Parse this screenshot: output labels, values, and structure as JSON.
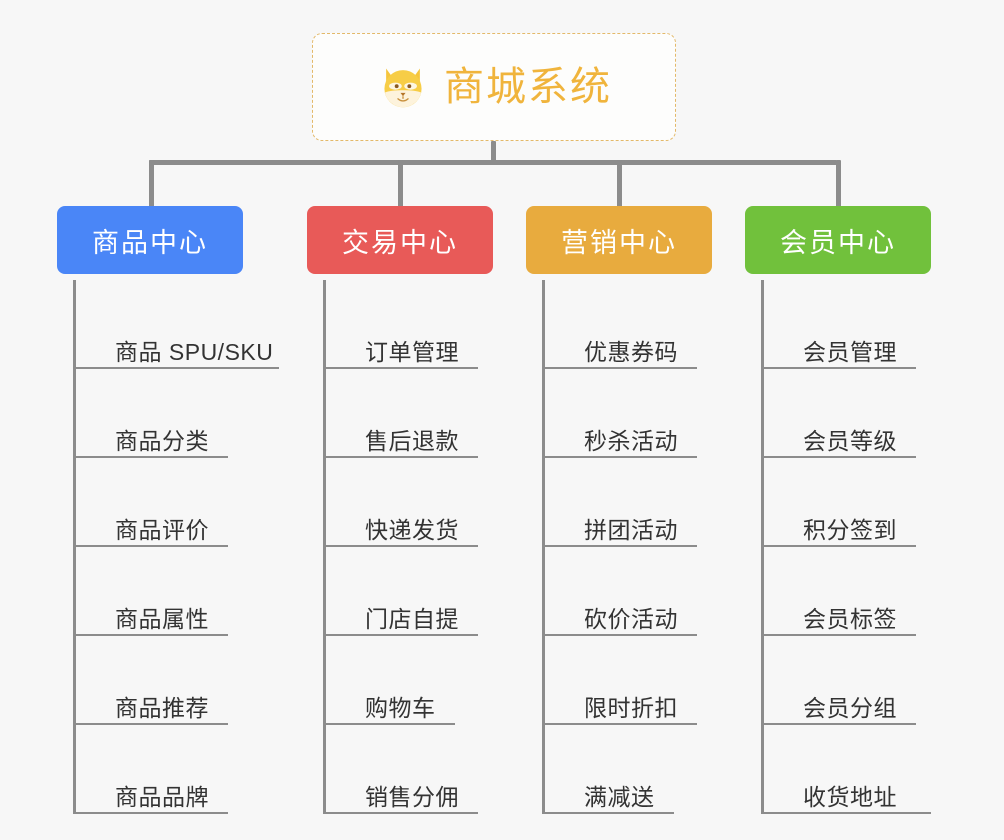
{
  "root": {
    "title": "商城系统",
    "icon": "shiba-dog-icon",
    "border_color": "#e3b96a",
    "title_color": "#f0b43c",
    "background": "#fdfdfc"
  },
  "canvas": {
    "background": "#f7f7f7",
    "connector_color": "#8c8c8c"
  },
  "branches": [
    {
      "label": "商品中心",
      "color": "#4a86f7",
      "items": [
        "商品 SPU/SKU",
        "商品分类",
        "商品评价",
        "商品属性",
        "商品推荐",
        "商品品牌"
      ]
    },
    {
      "label": "交易中心",
      "color": "#e85a58",
      "items": [
        "订单管理",
        "售后退款",
        "快递发货",
        "门店自提",
        "购物车",
        "销售分佣"
      ]
    },
    {
      "label": "营销中心",
      "color": "#e8ab3e",
      "items": [
        "优惠券码",
        "秒杀活动",
        "拼团活动",
        "砍价活动",
        "限时折扣",
        "满减送"
      ]
    },
    {
      "label": "会员中心",
      "color": "#71c13c",
      "items": [
        "会员管理",
        "会员等级",
        "积分签到",
        "会员标签",
        "会员分组",
        "收货地址"
      ]
    }
  ]
}
